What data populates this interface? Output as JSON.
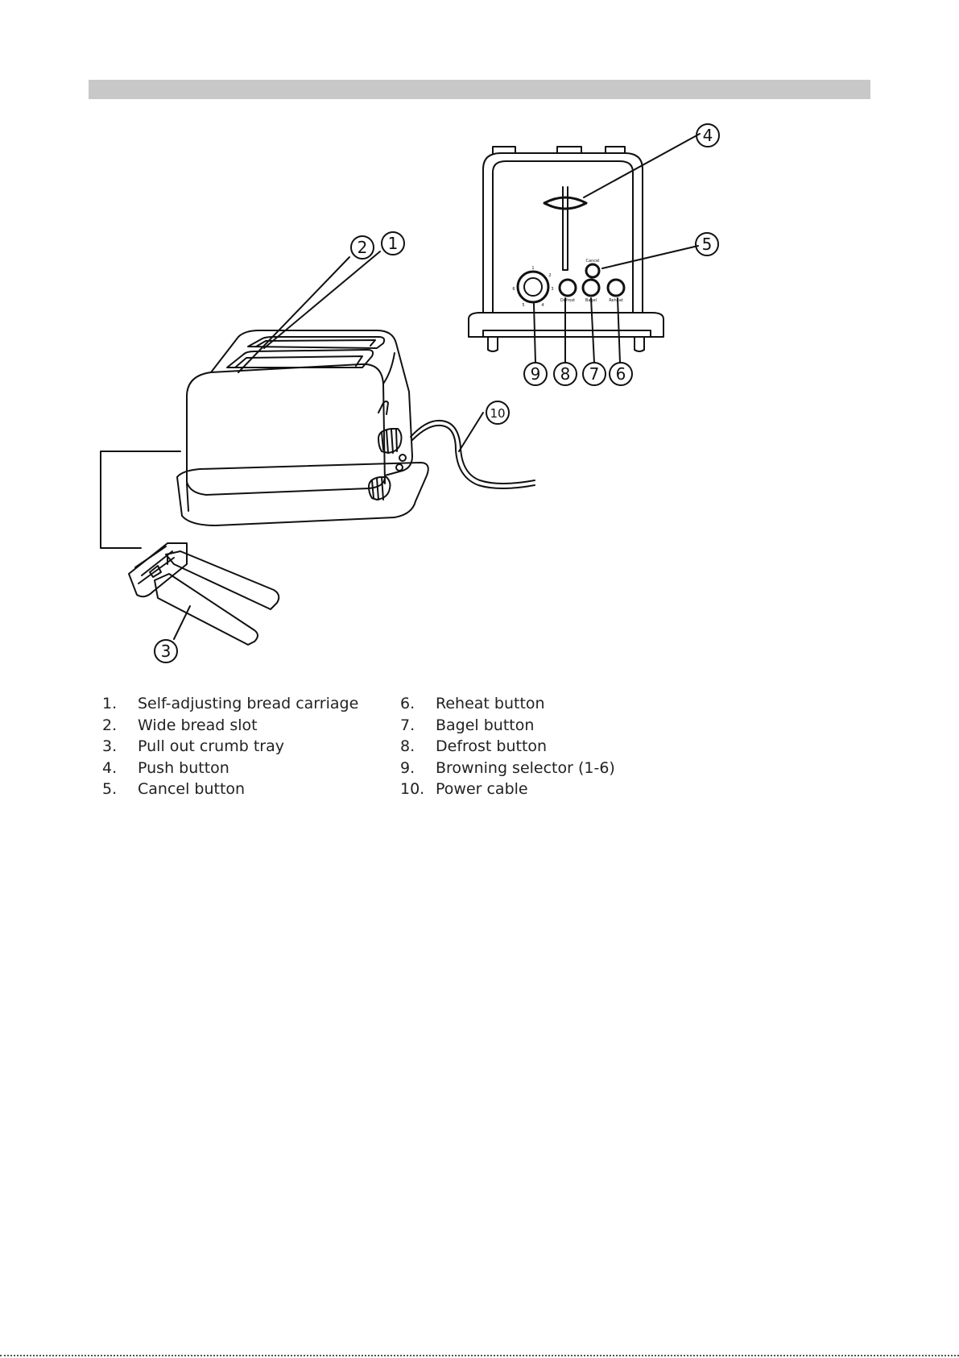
{
  "figure": {
    "callouts": [
      "1",
      "2",
      "3",
      "4",
      "5",
      "6",
      "7",
      "8",
      "9",
      "10"
    ],
    "panel_labels": [
      "Defrost",
      "Bagel",
      "Reheat",
      "Cancel"
    ],
    "dial_marks": [
      "1",
      "2",
      "3",
      "4",
      "5",
      "6"
    ]
  },
  "parts_left": [
    {
      "num": "1.",
      "label": "Self-adjusting bread carriage"
    },
    {
      "num": "2.",
      "label": "Wide bread slot"
    },
    {
      "num": "3.",
      "label": "Pull out crumb tray"
    },
    {
      "num": "4.",
      "label": "Push button"
    },
    {
      "num": "5.",
      "label": "Cancel button"
    }
  ],
  "parts_right": [
    {
      "num": "6.",
      "label": "Reheat button"
    },
    {
      "num": "7.",
      "label": "Bagel button"
    },
    {
      "num": "8.",
      "label": "Defrost button"
    },
    {
      "num": "9.",
      "label": "Browning selector (1-6)"
    },
    {
      "num": "10.",
      "label": "Power cable"
    }
  ]
}
